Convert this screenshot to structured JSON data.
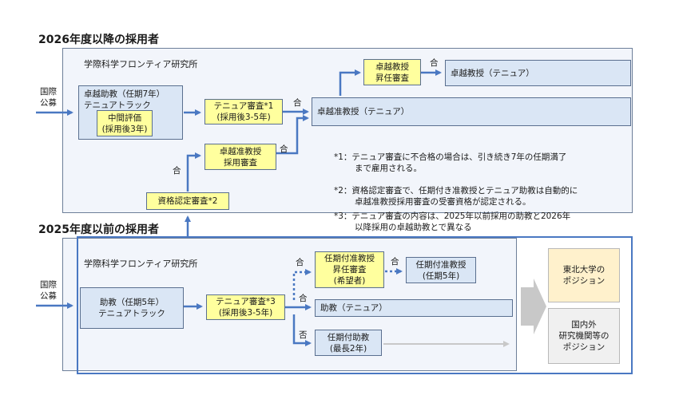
{
  "title_2026": "2026年度以降の採用者",
  "title_2025": "2025年度以前の採用者",
  "institute_label": "学際科学フロンティア研究所",
  "recruit_label": [
    "国際",
    "公募"
  ],
  "top": {
    "excellent_ap": [
      "卓越助教（任期7年）",
      "テニュアトラック"
    ],
    "midterm": [
      "中間評価",
      "(採用後3年)"
    ],
    "tenure_review1": [
      "テニュア審査*1",
      "(採用後3-5年)"
    ],
    "promo_review": [
      "卓越教授",
      "昇任審査"
    ],
    "prof_tenure": "卓越教授（テニュア）",
    "assoc_tenure": "卓越准教授（テニュア）",
    "assoc_hire_review": [
      "卓越准教授",
      "採用審査"
    ],
    "pass": "合"
  },
  "qualification_review": "資格認定審査*2",
  "notes": [
    [
      "*1：テニュア審査に不合格の場合は、引き続き7年の任期満了",
      "まで雇用される。"
    ],
    [
      "*2：資格認定審査で、任期付き准教授とテニュア助教は自動的に",
      "卓越准教授採用審査の受審資格が認定される。"
    ],
    [
      "*3：テニュア審査の内容は、2025年以前採用の助教と2026年",
      "以降採用の卓越助教とで異なる"
    ]
  ],
  "bottom": {
    "ap_tenure_track": [
      "助教（任期5年）",
      "テニュアトラック"
    ],
    "tenure_review3": [
      "テニュア審査*3",
      "(採用後3-5年)"
    ],
    "fixed_assoc_review": [
      "任期付准教授",
      "昇任審査",
      "(希望者)"
    ],
    "fixed_assoc": [
      "任期付准教授",
      "(任期5年)"
    ],
    "ap_tenure": "助教（テニュア）",
    "fixed_ap": [
      "任期付助教",
      "(最長2年)"
    ],
    "pass": "合",
    "fail": "否"
  },
  "positions": {
    "tohoku": [
      "東北大学の",
      "ポジション"
    ],
    "external": [
      "国内外",
      "研究機関等の",
      "ポジション"
    ]
  },
  "colors": {
    "arrow": "#4a78c2",
    "panel_border": "#6d7f99",
    "highlight_border": "#4a78c2",
    "yellow_box": "#ffff9e",
    "blue_box": "#dae6f5",
    "cream_box": "#fff1cc",
    "grey_arrow": "#c8c8c8"
  }
}
